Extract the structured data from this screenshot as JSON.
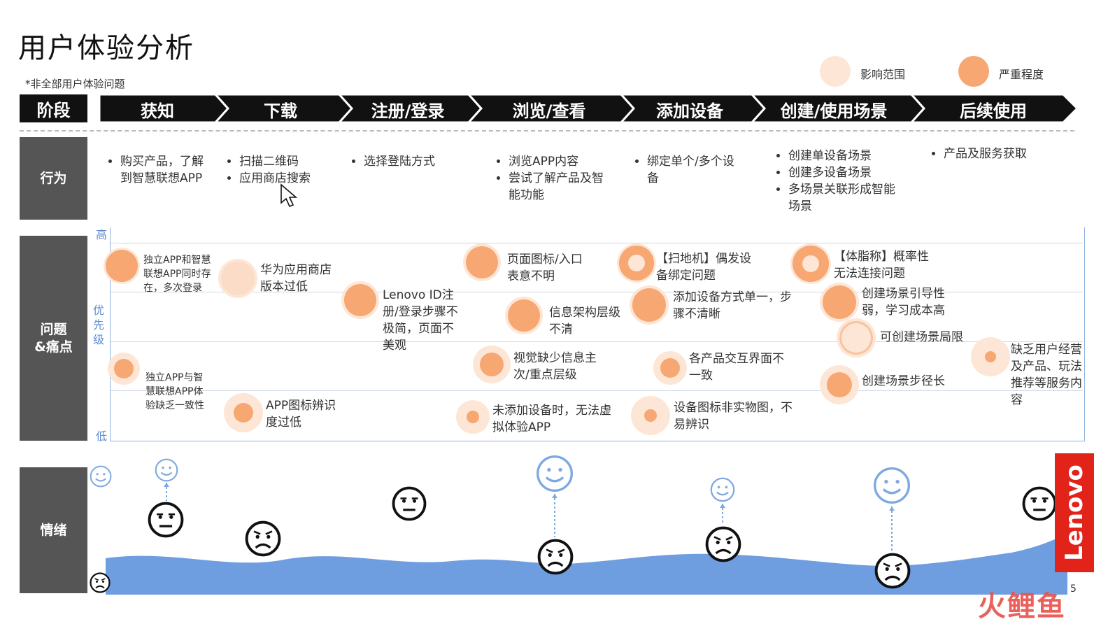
{
  "title": "用户体验分析",
  "note": "*非全部用户体验问题",
  "legend": {
    "range_label": "影响范围",
    "severity_label": "严重程度",
    "range_color": "#fde6d6",
    "severity_color": "#f6a772"
  },
  "phase_header": "阶段",
  "phases": [
    "获知",
    "下载",
    "注册/登录",
    "浏览/查看",
    "添加设备",
    "创建/使用场景",
    "后续使用"
  ],
  "rows": {
    "behavior": "行为",
    "issues": "问题\n&痛点",
    "emotion": "情绪"
  },
  "behaviors": [
    [
      "购买产品，了解到智慧联想APP"
    ],
    [
      "扫描二维码",
      "应用商店搜索"
    ],
    [
      "选择登陆方式"
    ],
    [
      "浏览APP内容",
      "尝试了解产品及智能功能"
    ],
    [
      "绑定单个/多个设备"
    ],
    [
      "创建单设备场景",
      "创建多设备场景",
      "多场景关联形成智能场景"
    ],
    [
      "产品及服务获取"
    ]
  ],
  "priority": {
    "high": "高",
    "mid": "优\n先\n级",
    "low": "低"
  },
  "issues": [
    "独立APP和智慧联想APP同时存在，多次登录",
    "华为应用商店版本过低",
    "Lenovo ID注册/登录步骤不极简，页面不美观",
    "页面图标/入口表意不明",
    "信息架构层级不清",
    "【扫地机】偶发设备绑定问题",
    "添加设备方式单一，步骤不清晰",
    "【体脂称】概率性无法连接问题",
    "创建场景引导性弱，学习成本高",
    "可创建场景局限",
    "独立APP与智慧联想APP体验缺乏一致性",
    "视觉缺少信息主次/重点层级",
    "各产品交互界面不一致",
    "缺乏用户经营及产品、玩法推荐等服务内容",
    "创建场景步径长",
    "APP图标辨识度过低",
    "未添加设备时，无法虚拟体验APP",
    "设备图标非实物图，不易辨识"
  ],
  "brand": "Lenovo",
  "watermark": "火鲤鱼",
  "page_number": "5"
}
